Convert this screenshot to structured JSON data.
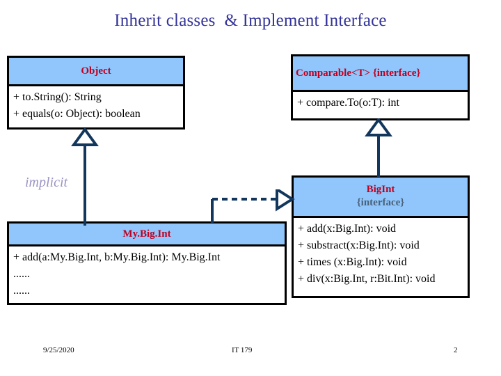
{
  "slide": {
    "title": "Inherit classes  & Implement Interface",
    "title_color": "#333399",
    "header_fill": "#90C6FB",
    "class_name_color": "#C00020",
    "stereotype_color": "#49617A",
    "connector_color": "#12365C",
    "label_color": "#9A93C4"
  },
  "classes": {
    "object": {
      "name": "Object",
      "stereotype": "",
      "members": [
        "+ to.String(): String",
        "+ equals(o: Object): boolean"
      ]
    },
    "comparable": {
      "name": "Comparable<T> {interface}",
      "stereotype": "",
      "members": [
        "+ compare.To(o:T): int"
      ]
    },
    "bigint": {
      "name": "BigInt",
      "stereotype": "{interface}",
      "members": [
        "+ add(x:Big.Int): void",
        "+ substract(x:Big.Int): void",
        "+ times (x:Big.Int): void",
        "+ div(x:Big.Int, r:Bit.Int): void"
      ]
    },
    "mybigint": {
      "name": "My.Big.Int",
      "stereotype": "",
      "members": [
        "+ add(a:My.Big.Int, b:My.Big.Int): My.Big.Int",
        "......",
        "......"
      ]
    }
  },
  "relationships": {
    "implicit_label": "implicit"
  },
  "footer": {
    "date": "9/25/2020",
    "course": "IT 179",
    "page": "2"
  }
}
